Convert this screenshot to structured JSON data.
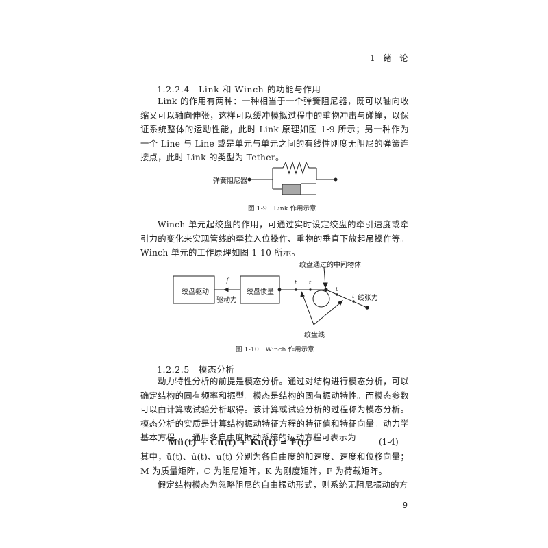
{
  "running_head": "1 绪 论",
  "section_1": {
    "heading": "1.2.2.4　Link 和 Winch 的功能与作用",
    "para_1": "Link 的作用有两种：一种相当于一个弹簧阻尼器，既可以轴向收缩又可以轴向伸张，这样可以缓冲模拟过程中的重物冲击与碰撞，以保证系统整体的运动性能，此时 Link 原理如图 1-9 所示；另一种作为一个 Line 与 Line 或是单元与单元之间的有线性刚度无阻尼的弹簧连接点，此时 Link 的类型为 Tether。"
  },
  "figure_1_9": {
    "label": "弹簧阻尼器",
    "caption": "图 1-9　Link 作用示意"
  },
  "para_2": "Winch 单元起绞盘的作用，可通过实时设定绞盘的牵引速度或牵引力的变化来实现管线的牵拉入位操作、重物的垂直下放起吊操作等。Winch 单元的工作原理如图 1-10 所示。",
  "figure_1_10": {
    "box_left": "绞盘驱动",
    "box_right": "绞盘惯量",
    "force_symbol": "f",
    "force_label": "驱动力",
    "tension_symbol": "t",
    "tension_label": "线张力",
    "middle_object_label": "绞盘通过的中间物体",
    "winch_line_label": "绞盘线",
    "caption": "图 1-10　Winch 作用示意"
  },
  "section_2": {
    "heading": "1.2.2.5　模态分析",
    "para_1": "动力特性分析的前提是模态分析。通过对结构进行模态分析，可以确定结构的固有频率和振型。模态是结构的固有振动特性。而模态参数可以由计算或试验分析取得。该计算或试验分析的过程称为模态分析。模态分析的实质是计算结构振动特征方程的特征值和特征向量。动力学基本方程——通用多自由度振动系统的运动方程可表示为",
    "equation": "Mü(t) + Cu̇(t) + Ku(t) = F(t)",
    "equation_number": "(1-4)",
    "para_2": "其中，ü(t)、u̇(t)、u(t) 分别为各自由度的加速度、速度和位移向量；M 为质量矩阵，C 为阻尼矩阵，K 为刚度矩阵，F 为荷载矩阵。",
    "para_3": "假定结构模态为忽略阻尼的自由振动形式，则系统无阻尼振动的方"
  },
  "page_number": "9"
}
